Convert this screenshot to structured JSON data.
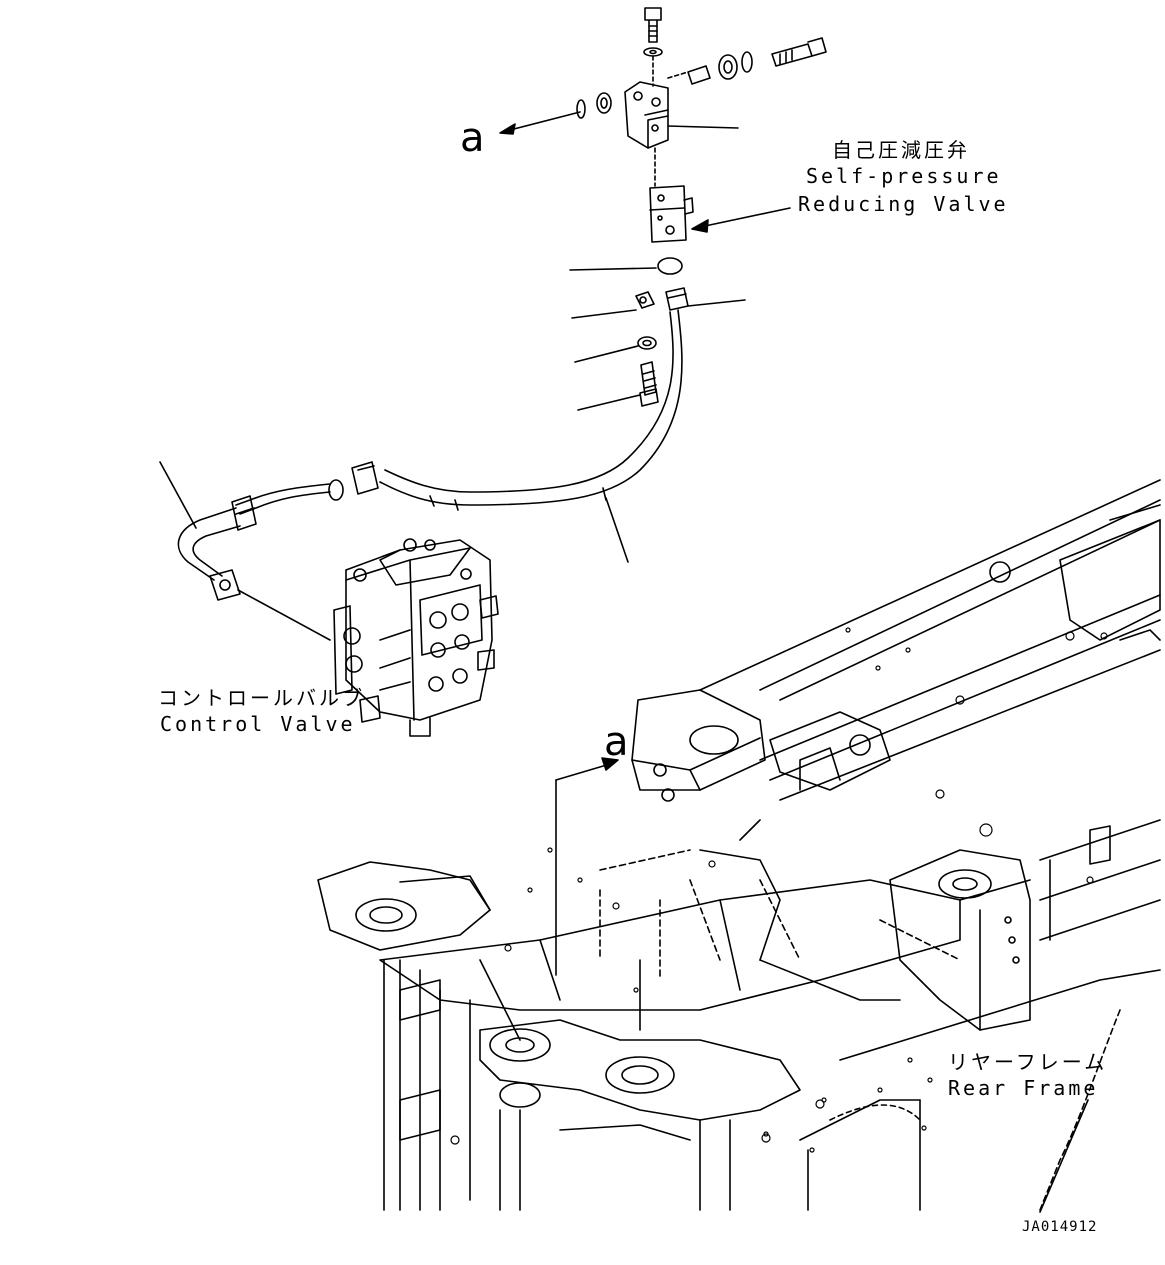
{
  "labels": {
    "self_pressure_jp": "自己圧減圧弁",
    "self_pressure_en_1": "Self-pressure",
    "self_pressure_en_2": "Reducing Valve",
    "control_valve_jp": "コントロールバルブ",
    "control_valve_en": "Control Valve",
    "rear_frame_jp": "リヤーフレーム",
    "rear_frame_en": "Rear Frame",
    "view_marker_top": "a",
    "view_marker_bottom": "a",
    "drawing_code": "JA014912"
  }
}
